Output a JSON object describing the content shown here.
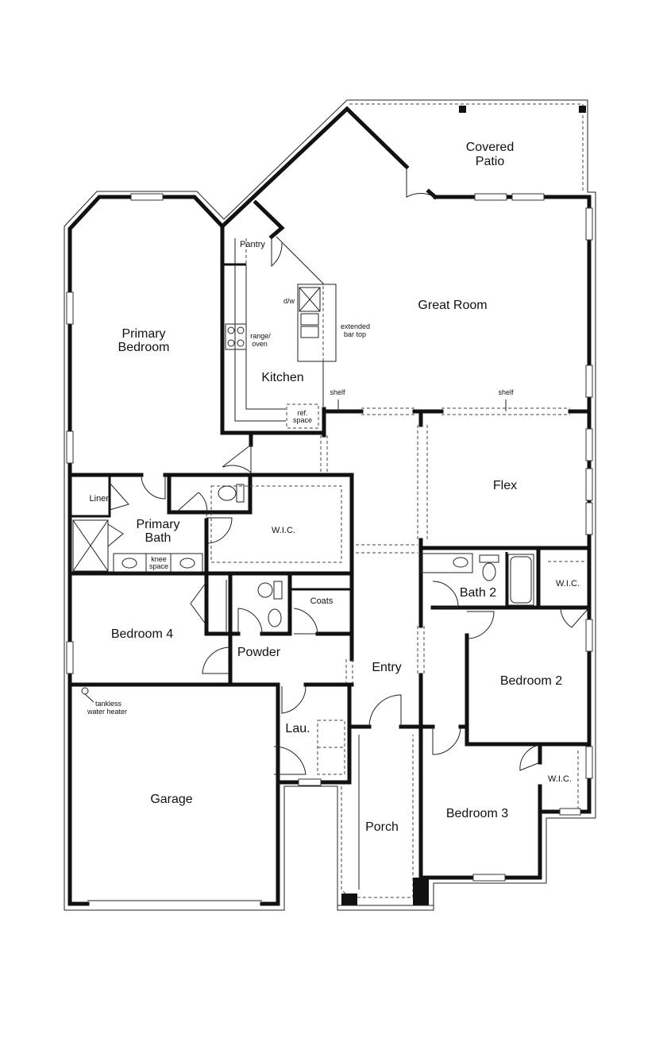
{
  "plan": {
    "rooms": {
      "covered_patio": [
        "Covered",
        "Patio"
      ],
      "pantry": "Pantry",
      "kitchen": "Kitchen",
      "great_room": "Great Room",
      "primary_bedroom": [
        "Primary",
        "Bedroom"
      ],
      "flex": "Flex",
      "linen": "Linen",
      "primary_bath": [
        "Primary",
        "Bath"
      ],
      "wic_primary": "W.I.C.",
      "bath2": "Bath 2",
      "wic_bath2": "W.I.C.",
      "coats": "Coats",
      "bedroom4": "Bedroom 4",
      "powder": "Powder",
      "entry": "Entry",
      "bedroom2": "Bedroom 2",
      "laundry": "Lau.",
      "garage": "Garage",
      "bedroom3": "Bedroom 3",
      "wic_bedroom3": "W.I.C.",
      "porch": "Porch"
    },
    "annotations": {
      "dw": "d/w",
      "bar_top": [
        "extended",
        "bar top"
      ],
      "range_oven": [
        "range/",
        "oven"
      ],
      "ref_space": [
        "ref.",
        "space"
      ],
      "shelf_left": "shelf",
      "shelf_right": "shelf",
      "knee_space": [
        "knee",
        "space"
      ],
      "water_heater": [
        "tankless",
        "water heater"
      ]
    },
    "colors": {
      "wall": "#111111",
      "background": "#ffffff"
    }
  }
}
